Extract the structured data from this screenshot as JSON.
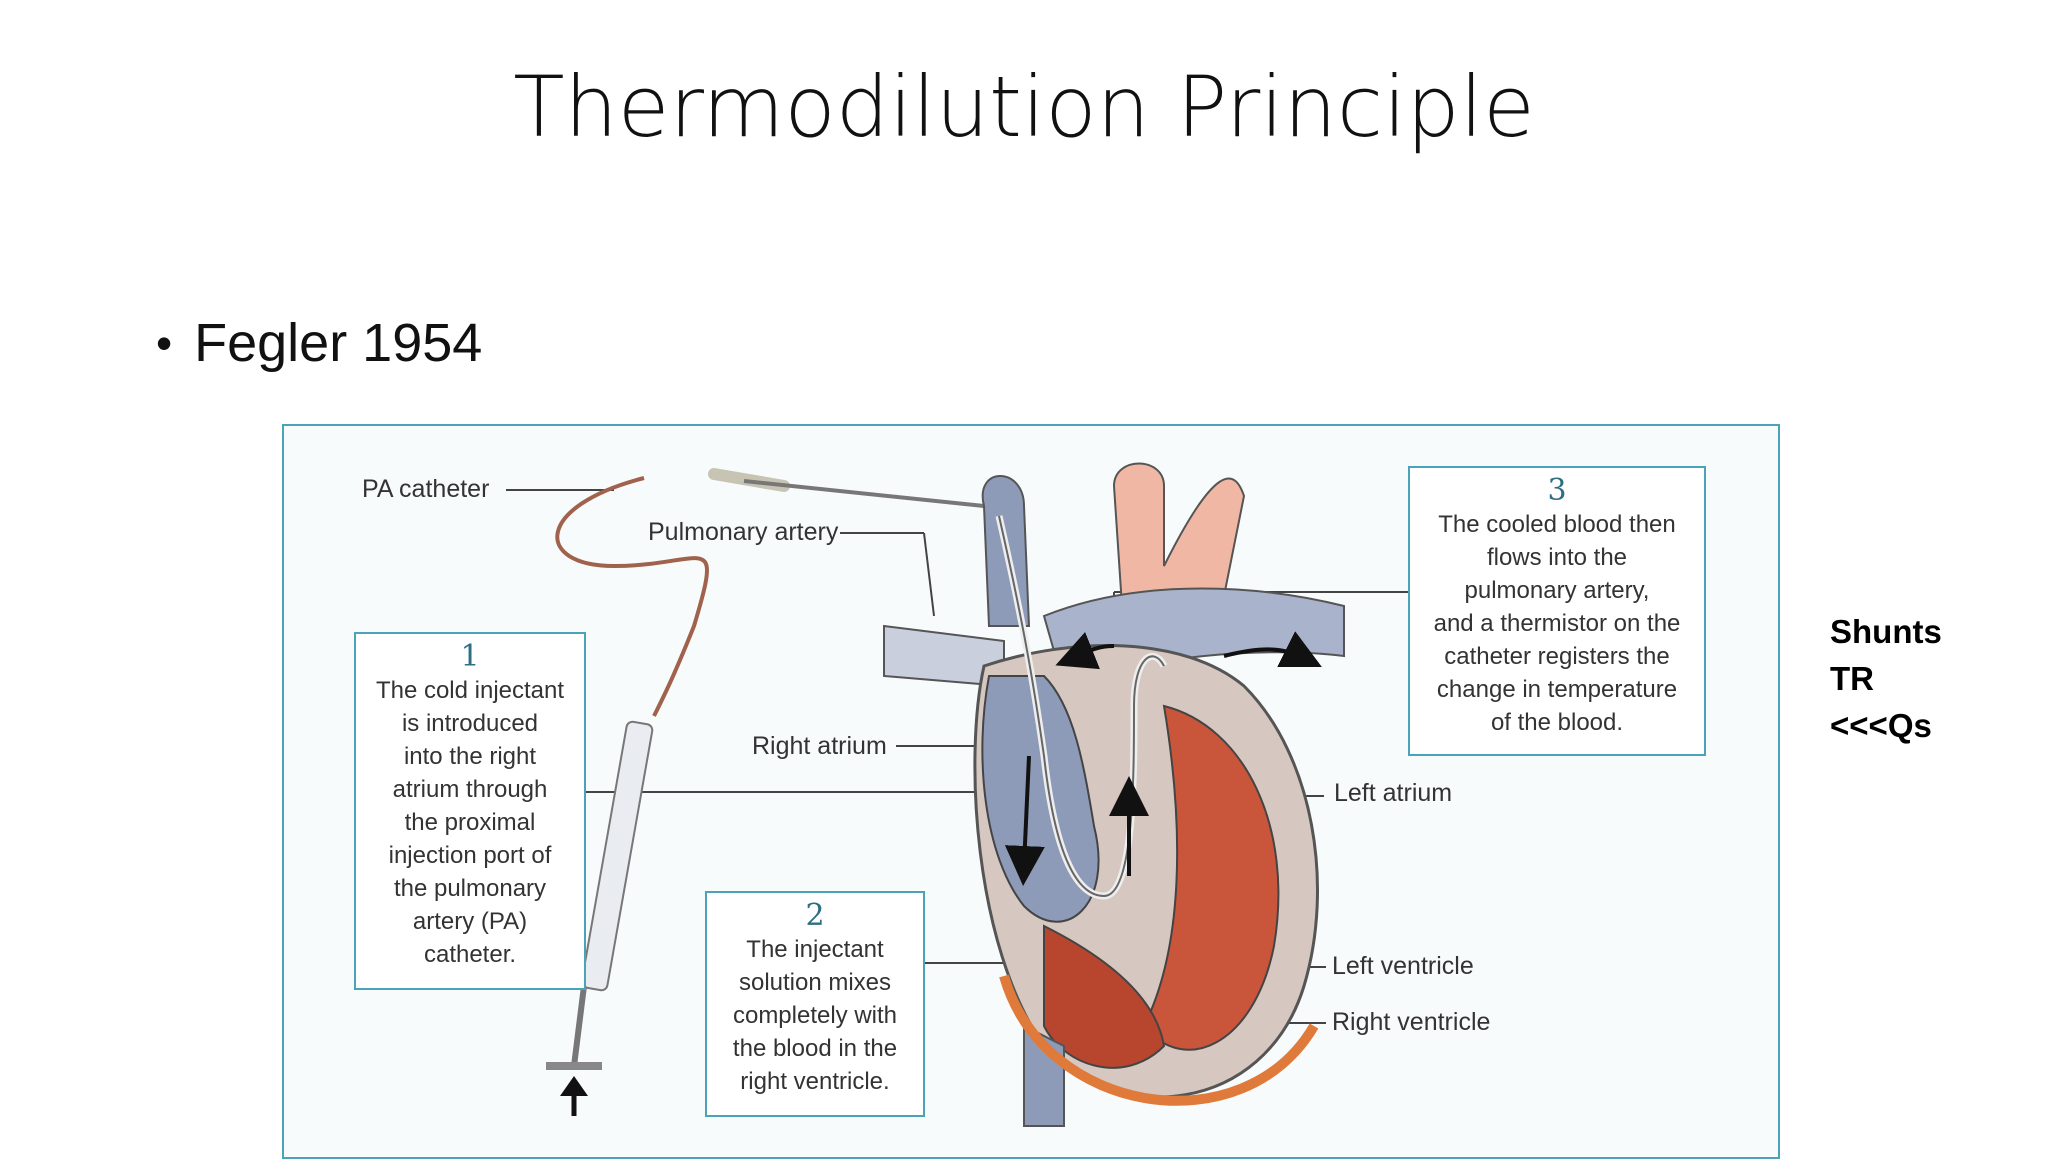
{
  "slide": {
    "title": "Thermodilution Principle",
    "bullet_text": "Fegler 1954",
    "side_notes": [
      "Shunts",
      "TR",
      "<<<Qs"
    ]
  },
  "diagram": {
    "labels": {
      "pa_catheter": "PA catheter",
      "pulmonary_artery": "Pulmonary artery",
      "right_atrium": "Right atrium",
      "left_atrium": "Left atrium",
      "left_ventricle": "Left ventricle",
      "right_ventricle": "Right ventricle"
    },
    "callouts": [
      {
        "number": "1",
        "text": "The cold injectant\nis introduced\ninto the right\natrium through\nthe proximal\ninjection port of\nthe pulmonary\nartery (PA)\ncatheter."
      },
      {
        "number": "2",
        "text": "The injectant\nsolution mixes\ncompletely with\nthe blood in the\nright ventricle."
      },
      {
        "number": "3",
        "text": "The cooled blood then\nflows into the\npulmonary artery,\nand a thermistor on the\ncatheter registers the\nchange in temperature\nof the blood."
      }
    ],
    "colors": {
      "frame": "#4aa3b8",
      "venous": "#8d9bb8",
      "arterial": "#f0b8a4",
      "muscle": "#c9553a",
      "catheter": "#a0624c"
    }
  }
}
